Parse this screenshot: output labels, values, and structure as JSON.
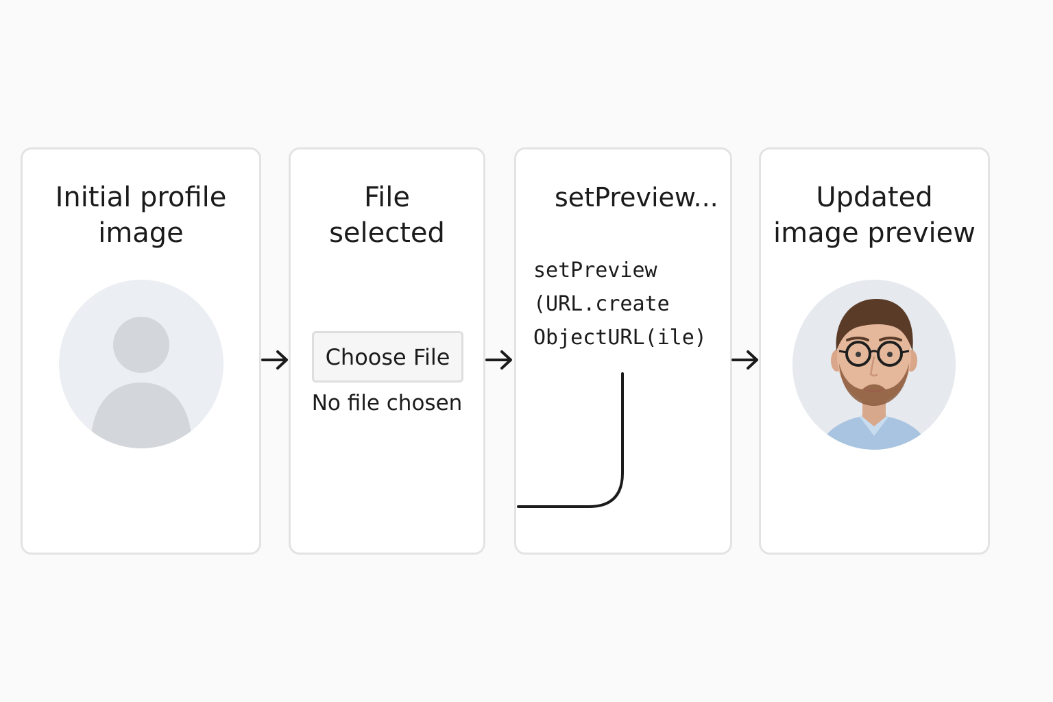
{
  "steps": [
    {
      "title": "Initial profile\nimage",
      "icon": "person-placeholder-icon"
    },
    {
      "title": "File\nselected",
      "file_input": {
        "button_label": "Choose File",
        "status": "No file chosen"
      }
    },
    {
      "title": "setPreview...",
      "code_lines": [
        "setPreview",
        "(URL.create",
        "ObjectURL(ile)"
      ]
    },
    {
      "title": "Updated\nimage preview",
      "icon": "profile-photo"
    }
  ],
  "colors": {
    "panel_border": "#e3e3e3",
    "avatar_background": "#ebeef2",
    "placeholder_figure": "#d3d6db",
    "arrow": "#1b1b1b"
  }
}
